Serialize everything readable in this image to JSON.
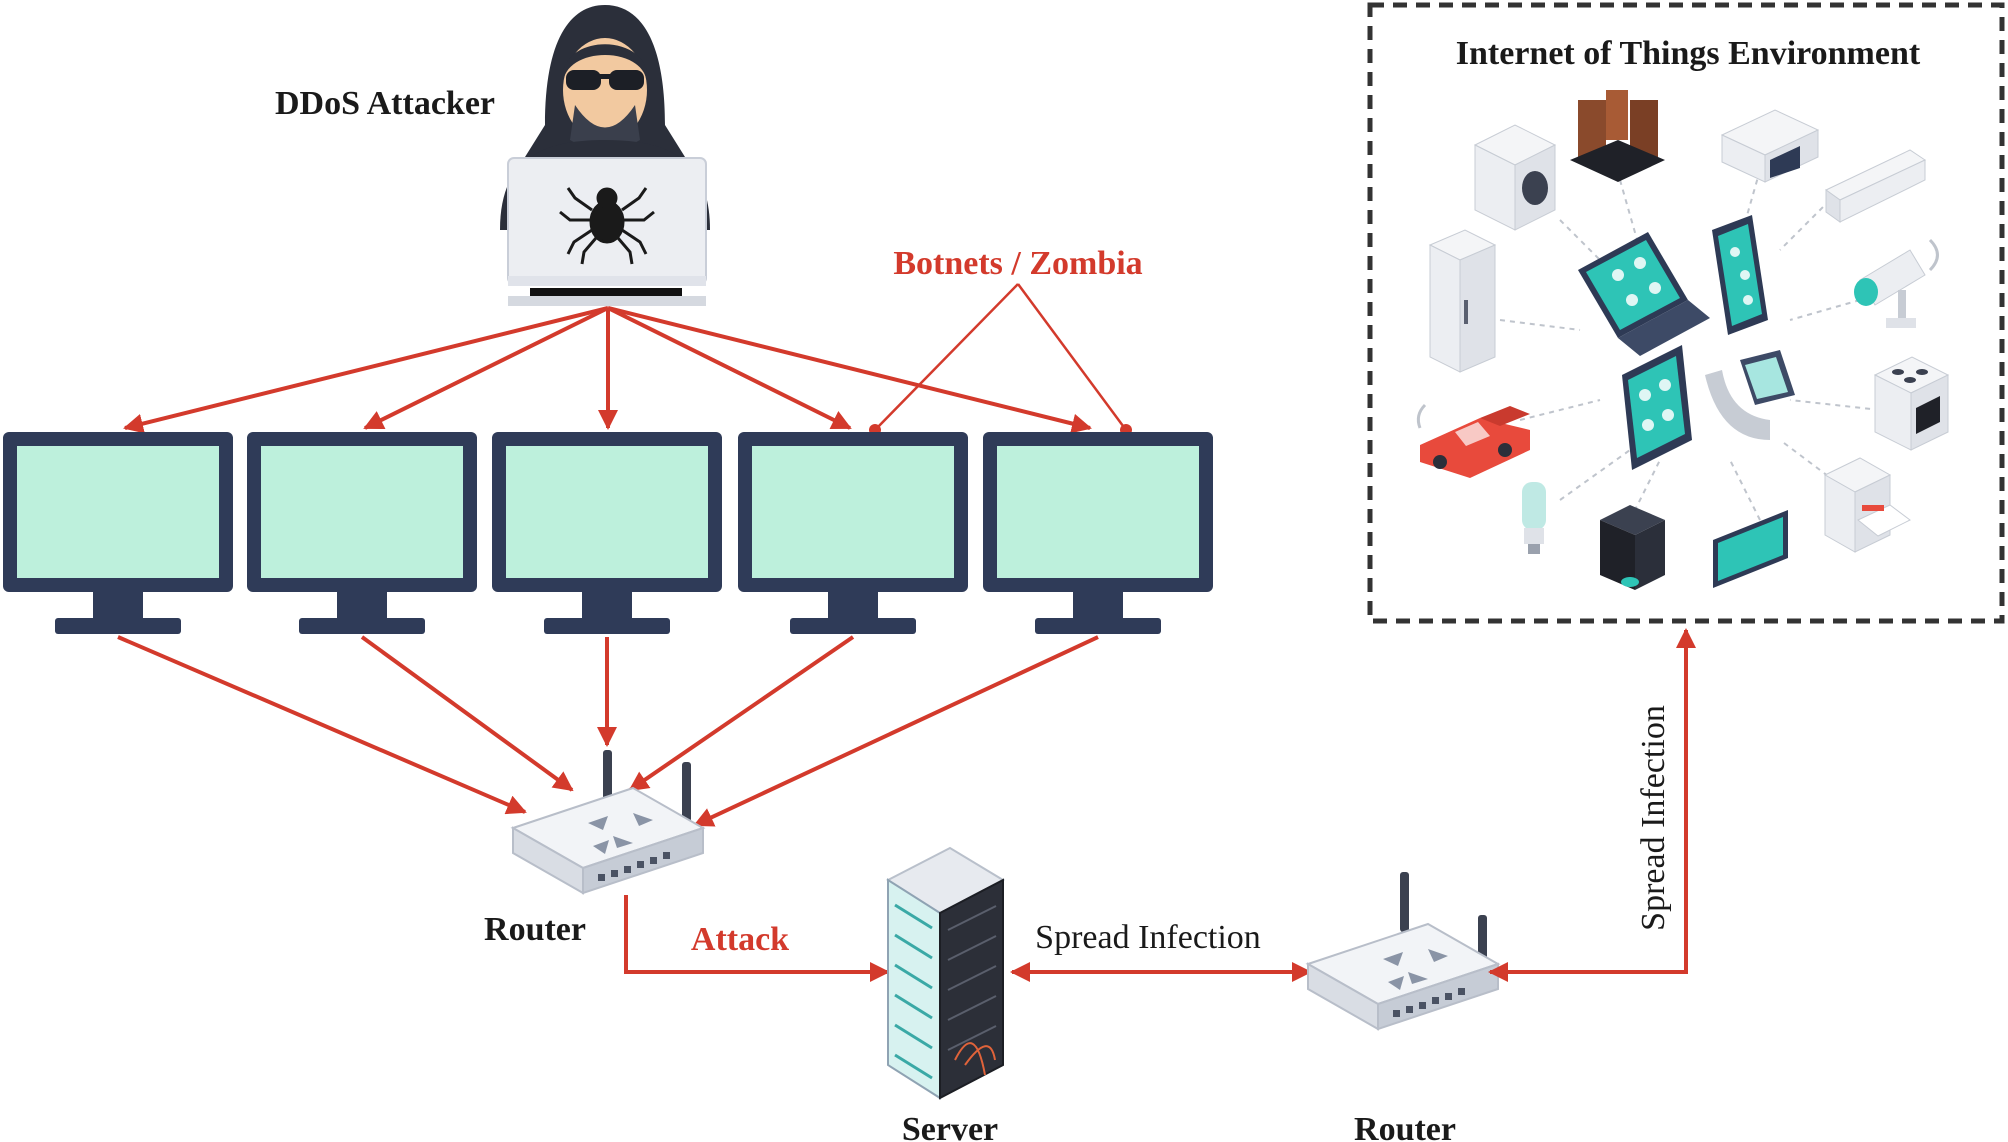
{
  "labels": {
    "attacker": "DDoS Attacker",
    "botnets": "Botnets / Zombia",
    "router_left": "Router",
    "attack": "Attack",
    "spread_h": "Spread Infection",
    "server": "Server",
    "router_right": "Router",
    "spread_v": "Spread Infection",
    "iot_title": "Internet of Things Environment"
  },
  "colors": {
    "arrow": "#d33a2c",
    "monitor_frame": "#2f3b58",
    "monitor_screen": "#bdf0dc",
    "iot_teal": "#2ec4b6"
  },
  "icons": [
    "hacker-icon",
    "laptop-icon",
    "spider-icon",
    "monitor-icon",
    "router-icon",
    "server-rack-icon",
    "washing-machine-icon",
    "speaker-icon",
    "microwave-icon",
    "air-conditioner-icon",
    "fridge-icon",
    "security-camera-icon",
    "laptop-app-icon",
    "tablet-icon",
    "smartwatch-icon",
    "car-icon",
    "stove-icon",
    "light-bulb-icon",
    "coffee-machine-icon",
    "tv-icon",
    "dishwasher-icon"
  ]
}
